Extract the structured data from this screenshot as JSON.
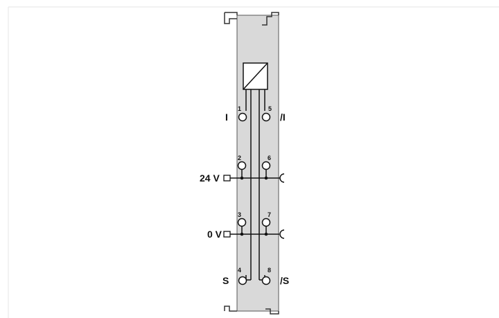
{
  "diagram": {
    "signal_labels": {
      "left_top": "I",
      "right_top": "/I",
      "left_bottom": "S",
      "right_bottom": "/S"
    },
    "supply_labels": {
      "v24": "24 V",
      "v0": "0 V"
    },
    "terminals": [
      "1",
      "2",
      "3",
      "4",
      "5",
      "6",
      "7",
      "8"
    ],
    "colors": {
      "module_fill": "#d9d9d9",
      "line": "#111111",
      "frame": "#e6e6e6"
    }
  }
}
